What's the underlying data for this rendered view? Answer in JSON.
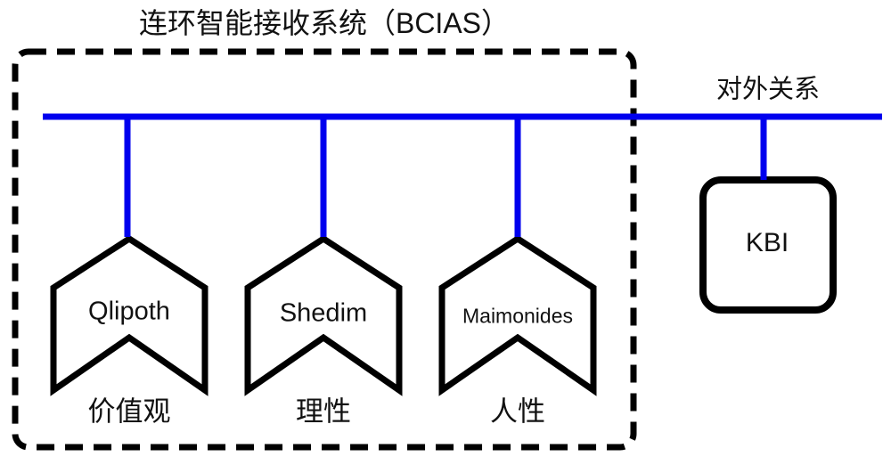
{
  "diagram": {
    "title": "连环智能接收系统（BCIAS）",
    "external_label": "对外关系",
    "kbi_box": {
      "label": "KBI"
    },
    "modules": [
      {
        "name": "Qlipoth",
        "label": "价值观"
      },
      {
        "name": "Shedim",
        "label": "理性"
      },
      {
        "name": "Maimonides",
        "label": "人性"
      }
    ],
    "colors": {
      "connector_blue": "#0000EE",
      "outline_black": "#000000",
      "background": "#FFFFFF"
    }
  }
}
